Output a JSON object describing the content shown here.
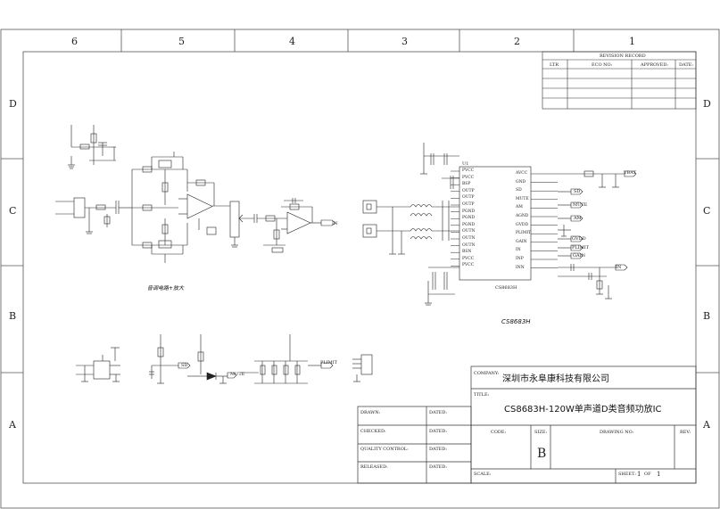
{
  "frame": {
    "col_labels": [
      "6",
      "5",
      "4",
      "3",
      "2",
      "1"
    ],
    "row_labels": [
      "D",
      "C",
      "B",
      "A"
    ]
  },
  "revision": {
    "title": "REVISION RECORD",
    "headers": [
      "LTR",
      "ECO NO:",
      "APPROVED:",
      "DATE:"
    ]
  },
  "title_block": {
    "company_label": "COMPANY:",
    "company": "深圳市永阜康科技有限公司",
    "title_label": "TITLE:",
    "title": "CS8683H-120W单声道D类音频功放IC",
    "drawn": "DRAWN:",
    "checked": "CHECKED:",
    "quality": "QUALITY CONTROL:",
    "released": "RELEASED:",
    "dated": "DATED:",
    "code_label": "CODE:",
    "size_label": "SIZE:",
    "size": "B",
    "drawing_no_label": "DRAWING NO:",
    "rev_label": "REV:",
    "scale_label": "SCALE:",
    "sheet_label": "SHEET:",
    "sheet": "1",
    "of": "OF",
    "sheet_total": "1"
  },
  "schematic": {
    "preamp_caption": "音调电路+放大",
    "chip_caption": "CS8683H",
    "chip_ref": "U1",
    "chip_part": "CS8683H",
    "left_pins": [
      "PVCC",
      "PVCC",
      "BSP",
      "OUTP",
      "OUTP",
      "OUTP",
      "PGND",
      "PGND",
      "PGND",
      "OUTN",
      "OUTN",
      "OUTN",
      "BSN",
      "PVCC",
      "PVCC"
    ],
    "right_pins": [
      "AVCC",
      "GND",
      "SD",
      "MUTE",
      "AM",
      "AGND",
      "GVDD",
      "PLIMIT",
      "GAIN",
      "IN",
      "INP",
      "INN"
    ],
    "net_vbat": "VBAT",
    "net_sd": "SD",
    "net_mute": "MUTE",
    "net_am": "AM",
    "net_plimit": "PLIMIT",
    "net_gain": "GAIN",
    "net_gvdd": "GVDD",
    "net_in": "IN",
    "net_mute_small": "MUTE",
    "net_plimit_small": "PLIMIT"
  }
}
